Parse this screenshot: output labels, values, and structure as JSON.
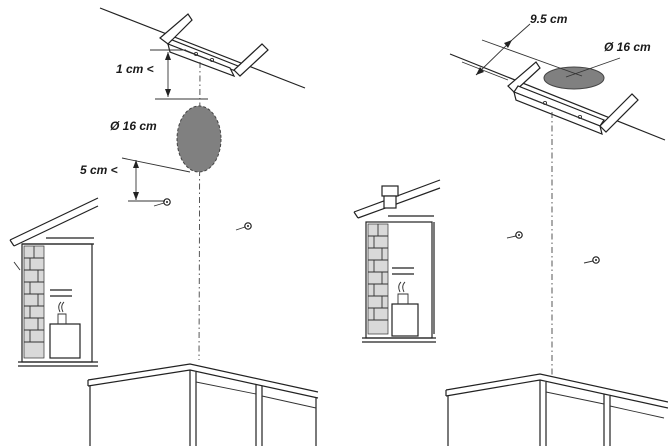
{
  "labels": {
    "gap_top": "1 cm <",
    "hole_diameter_left": "Ø 16 cm",
    "gap_bottom": "5 cm <",
    "offset": "9.5 cm",
    "hole_diameter_right": "Ø 16 cm"
  },
  "colors": {
    "line": "#222222",
    "hole_fill": "#808080",
    "brick_fill": "#d9d9d9",
    "background": "#ffffff"
  }
}
